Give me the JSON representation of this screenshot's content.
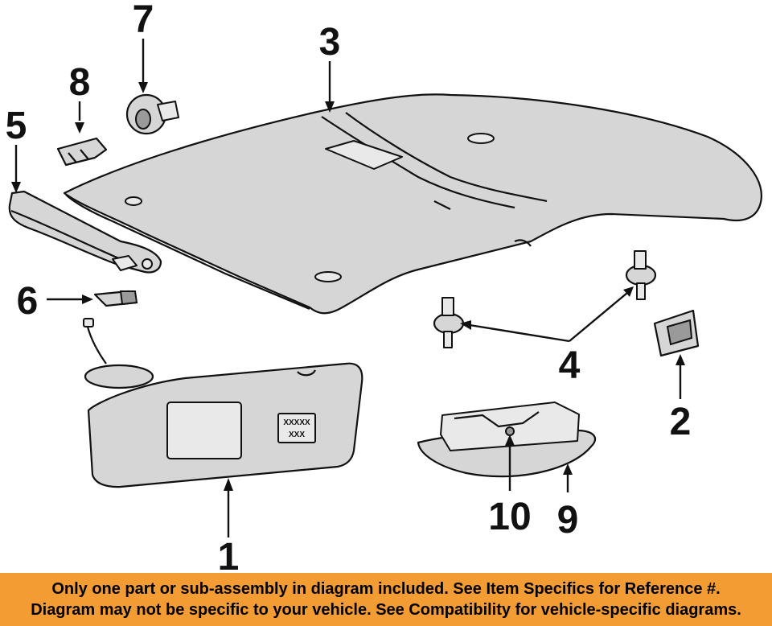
{
  "callouts": {
    "c1": "1",
    "c2": "2",
    "c3": "3",
    "c4": "4",
    "c5": "5",
    "c6": "6",
    "c7": "7",
    "c8": "8",
    "c9": "9",
    "c10": "10"
  },
  "visor_label": {
    "line1": "XXXXX",
    "line2": "XXX"
  },
  "footer": {
    "line1": "Only one part or sub-assembly in diagram included. See Item Specifics for Reference #.",
    "line2": "Diagram may not be specific to your vehicle. See Compatibility for vehicle-specific diagrams."
  },
  "colors": {
    "footer_background": "#f39c34",
    "part_fill": "#d6d6d6",
    "line": "#111111"
  }
}
